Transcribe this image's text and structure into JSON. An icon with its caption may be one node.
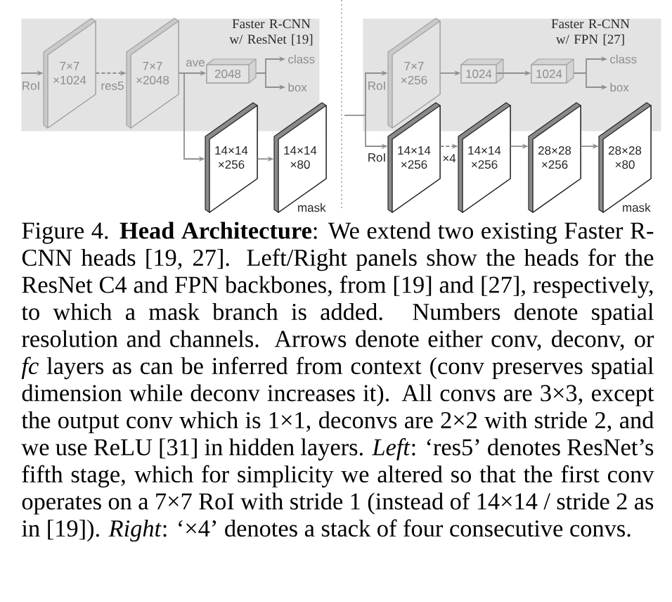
{
  "diagram": {
    "caption": "Figure 4. **Head Architecture**: We extend two existing Faster R-CNN heads [19, 27]. Left/Right panels show the heads for the ResNet C4 and FPN backbones, from [19] and [27], respectively, to which a mask branch is added. Numbers denote spatial resolution and channels. Arrows denote either conv, deconv, or *fc* layers as can be inferred from context (conv preserves spatial dimension while deconv increases it). All convs are 3×3, except the output conv which is 1×1, deconvs are 2×2 with stride 2, and we use ReLU [31] in hidden layers. *Left*: ‘res5’ denotes ResNet’s fifth stage, which for simplicity we altered so that the first conv operates on a 7×7 RoI with stride 1 (instead of 14×14 / stride 2 as in [19]). *Right*: ‘×4’ denotes a stack of four consecutive convs.",
    "nodes": [
      {
        "text": [
          "Faster R-CNN w/ ResNet [19]"
        ]
      },
      {
        "text": [
          "7×7 ×1024"
        ],
        "in": 0
      },
      {
        "text": [
          "7×7 ×2048"
        ],
        "in": 0
      },
      {
        "text": [
          "2048"
        ],
        "in": 0
      },
      {
        "text": [
          "class"
        ],
        "in": 0
      },
      {
        "text": [
          "box"
        ],
        "in": 0
      },
      {
        "text": [
          "14×14 ×256"
        ]
      },
      {
        "text": [
          "14×14 ×80"
        ],
        "beside": [
          "mask"
        ]
      },
      {
        "text": [
          "Faster R-CNN w/ FPN [27]"
        ]
      },
      {
        "text": [
          "7×7 ×256"
        ],
        "in": 8
      },
      {
        "text": [
          "1024"
        ],
        "in": 8
      },
      {
        "text": [
          "1024"
        ],
        "in": 8
      },
      {
        "text": [
          "class"
        ],
        "in": 8
      },
      {
        "text": [
          "box"
        ],
        "in": 8
      },
      {
        "text": [
          "14×14 ×256"
        ]
      },
      {
        "text": [
          "14×14 ×256"
        ]
      },
      {
        "text": [
          "28×28 ×256"
        ]
      },
      {
        "text": [
          "28×28 ×80"
        ],
        "beside": [
          "mask"
        ]
      }
    ],
    "edges": [
      {
        "from": null,
        "to": 1,
        "arrow": "to",
        "label": "RoI"
      },
      {
        "from": 1,
        "to": 2,
        "arrow": "to",
        "label": "res5",
        "style": "dashed"
      },
      {
        "from": 2,
        "to": 3,
        "arrow": "to",
        "label": "ave"
      },
      {
        "from": 2,
        "to": 6,
        "arrow": "to"
      },
      {
        "from": 3,
        "to": 4,
        "arrow": "to"
      },
      {
        "from": 3,
        "to": 5,
        "arrow": "to"
      },
      {
        "from": 6,
        "to": 7,
        "arrow": "to"
      },
      {
        "from": null,
        "to": 9,
        "arrow": "to",
        "label": "RoI"
      },
      {
        "from": null,
        "to": 14,
        "arrow": "to",
        "label": "RoI"
      },
      {
        "from": 9,
        "to": 10,
        "arrow": "to"
      },
      {
        "from": 10,
        "to": 11,
        "arrow": "to"
      },
      {
        "from": 11,
        "to": 12,
        "arrow": "to"
      },
      {
        "from": 11,
        "to": 13,
        "arrow": "to"
      },
      {
        "from": 14,
        "to": 15,
        "arrow": "to",
        "label": "×4",
        "style": "dashed"
      },
      {
        "from": 15,
        "to": 16,
        "arrow": "to"
      },
      {
        "from": 16,
        "to": 17,
        "arrow": "to"
      }
    ]
  }
}
